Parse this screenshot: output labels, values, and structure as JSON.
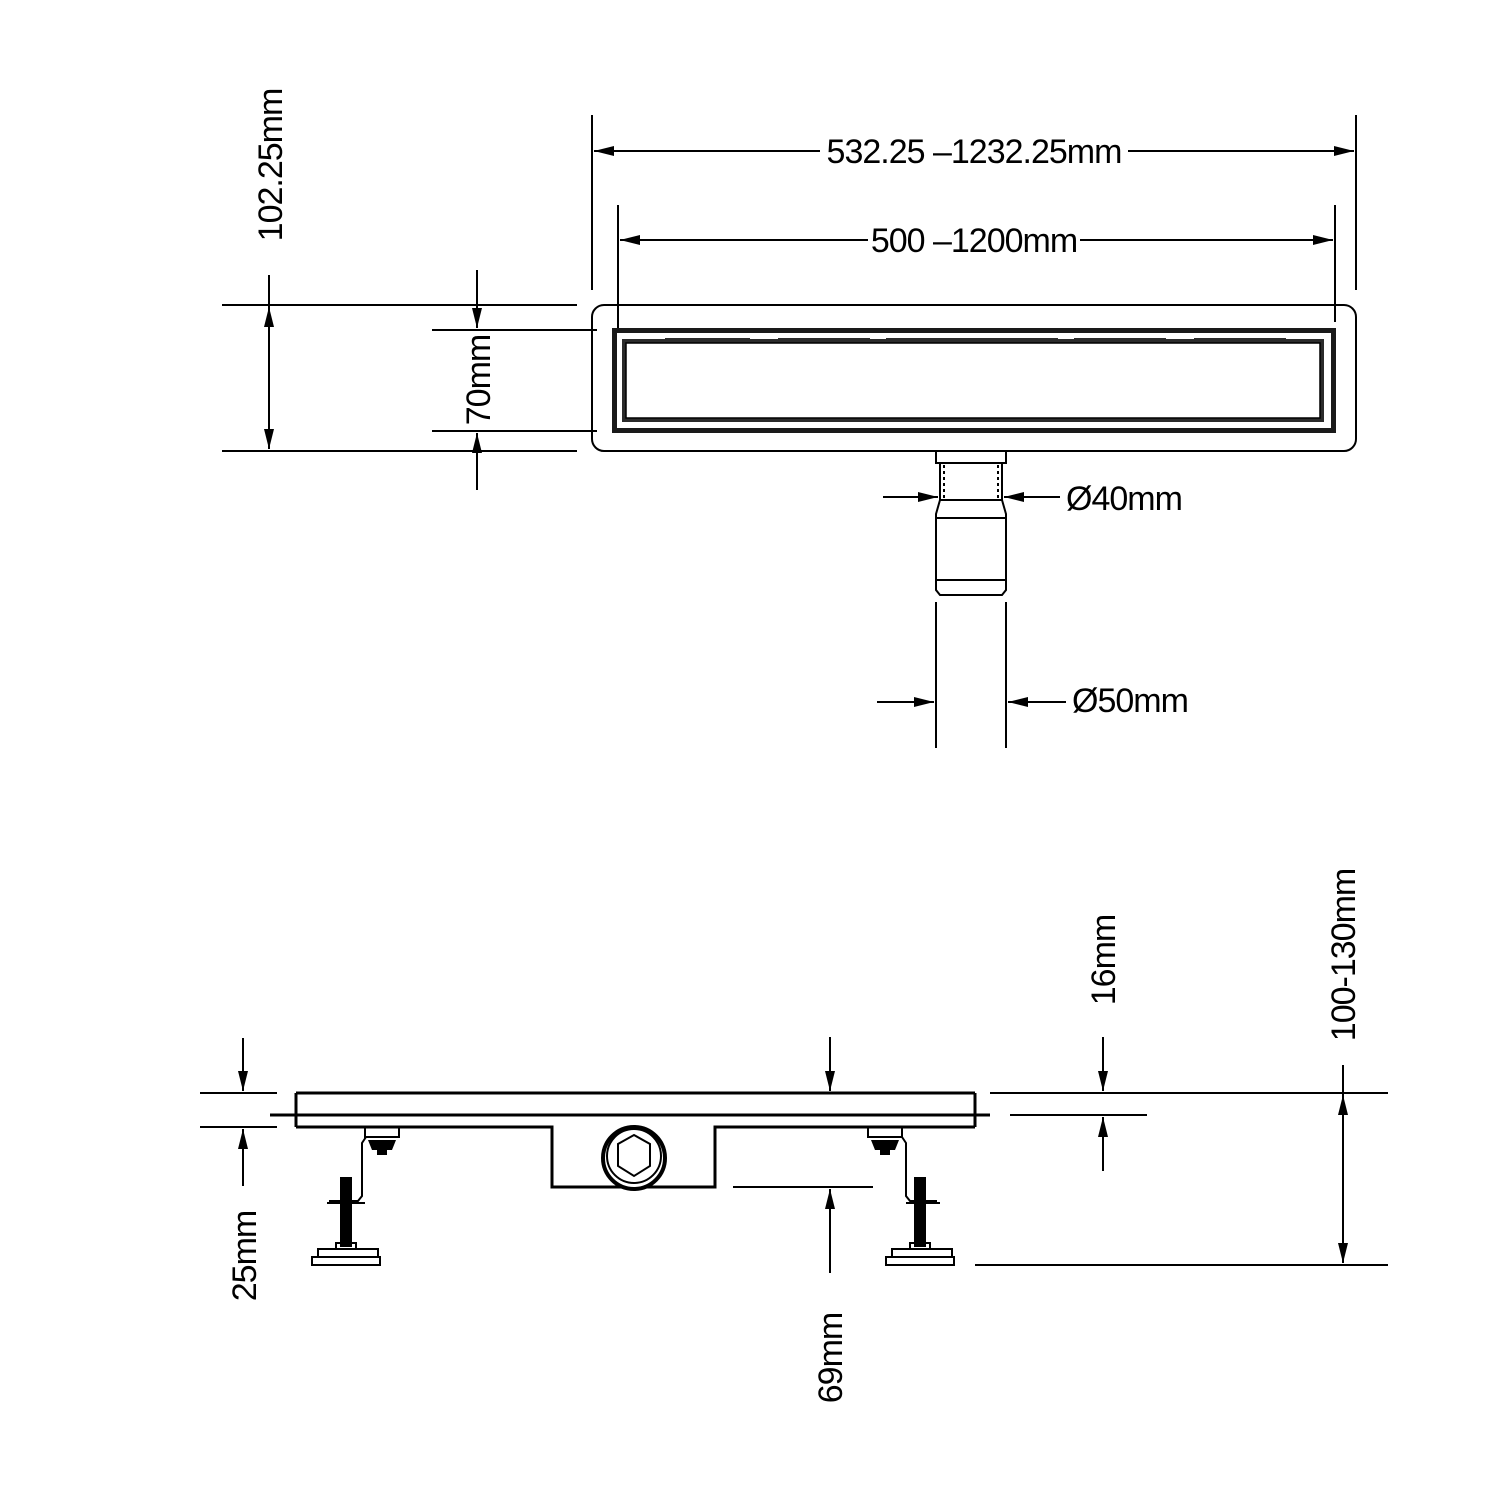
{
  "title": "Linear shower drain technical drawing",
  "stroke_color": "#000000",
  "background_color": "#ffffff",
  "top_view": {
    "dimensions": {
      "overall_length": "532.25 –1232.25mm",
      "grate_length": "500 –1200mm",
      "overall_width": "102.25mm",
      "grate_width": "70mm",
      "outlet_inner_diameter": "Ø40mm",
      "outlet_outer_diameter": "Ø50mm"
    }
  },
  "side_view": {
    "dimensions": {
      "frame_thickness": "25mm",
      "body_depth": "69mm",
      "grate_thickness": "16mm",
      "adjustable_height": "100-130mm"
    }
  }
}
